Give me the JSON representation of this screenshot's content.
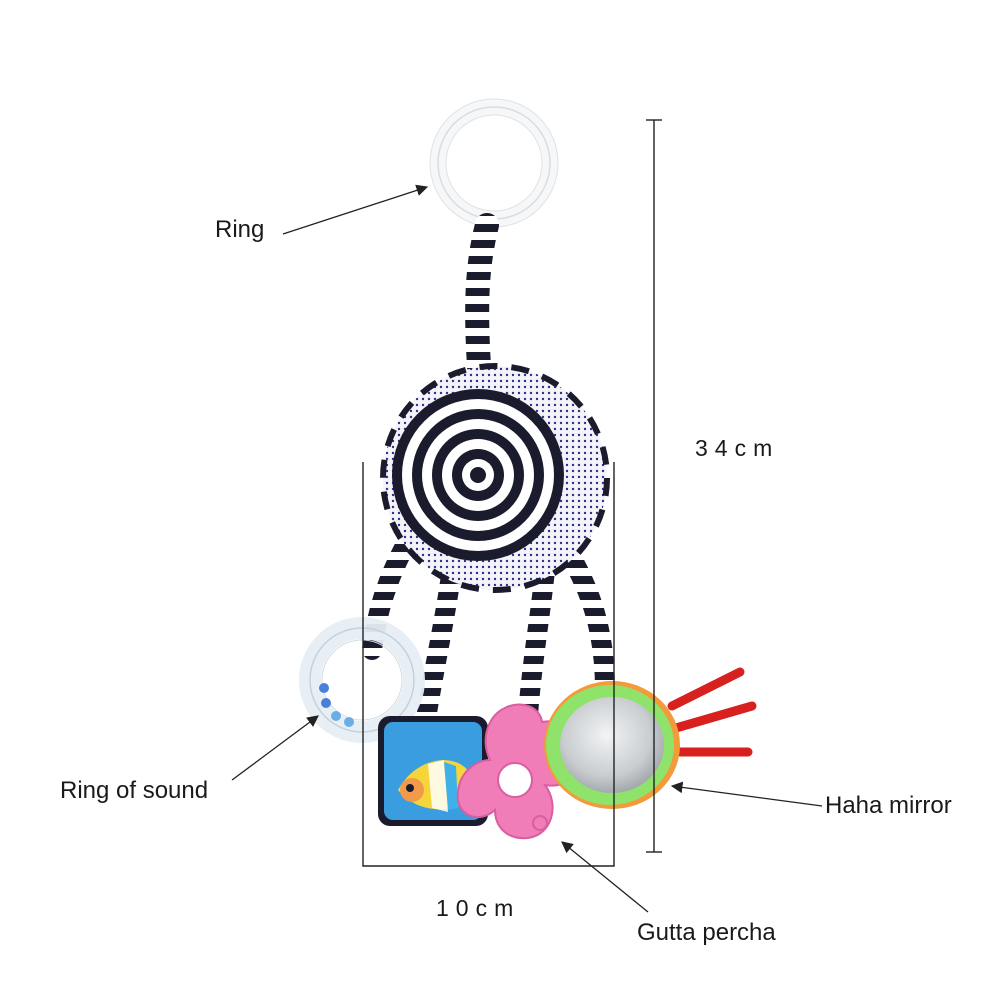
{
  "labels": {
    "ring": "Ring",
    "ring_of_sound": "Ring of sound",
    "haha_mirror": "Haha mirror",
    "gutta_percha": "Gutta percha"
  },
  "dimensions": {
    "height": "34cm",
    "width": "10cm"
  },
  "colors": {
    "background": "#ffffff",
    "annotation_line": "#222222",
    "stripe_dark": "#1b1b2e",
    "dot_blue": "#2b2f8f",
    "teether_pink": "#f07cb8",
    "mirror_rim": "#8fe36b",
    "ribbon_red": "#d8201e",
    "card_blue": "#3a9de0",
    "fish_yellow": "#f5d53a"
  }
}
